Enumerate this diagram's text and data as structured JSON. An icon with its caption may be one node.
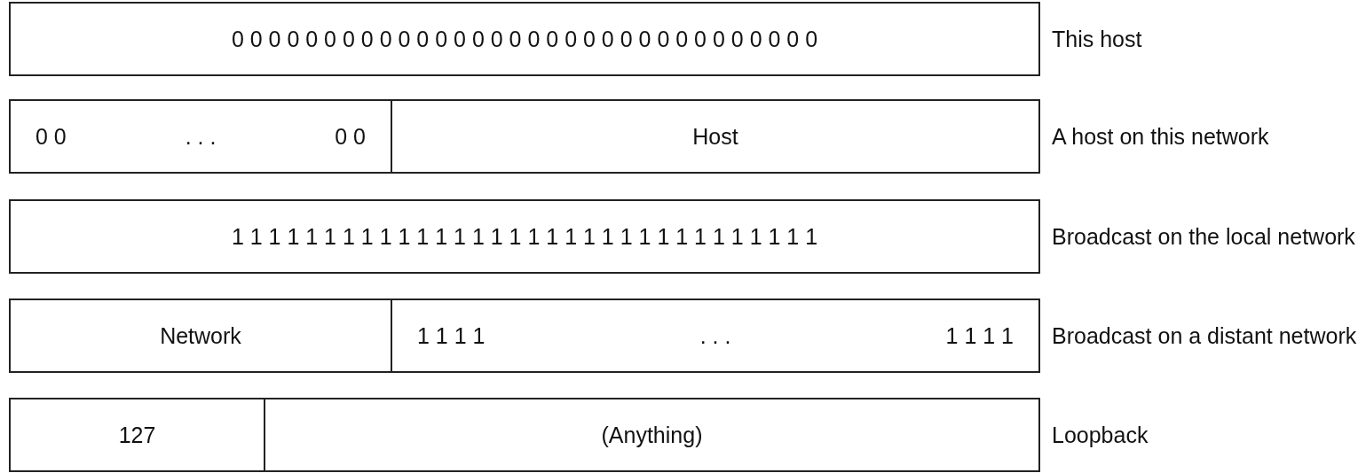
{
  "diagram": {
    "nodes": [
      {
        "text": [
          "0 0 0 0 0 0 0 0 0 0 0 0 0 0 0 0 0 0 0 0 0 0 0 0 0 0 0 0 0 0 0 0"
        ],
        "beside": [
          "This host"
        ]
      },
      {
        "text": [
          "0 0",
          ". . .",
          "0 0"
        ]
      },
      {
        "text": [
          "Host"
        ],
        "beside": [
          "A host on this network"
        ]
      },
      {
        "text": [
          "1 1 1 1 1 1 1 1 1 1 1 1 1 1 1 1 1 1 1 1 1 1 1 1 1 1 1 1 1 1 1 1"
        ],
        "beside": [
          "Broadcast on the local network"
        ]
      },
      {
        "text": [
          "Network"
        ]
      },
      {
        "text": [
          "1 1 1 1",
          ". . .",
          "1 1 1 1"
        ],
        "beside": [
          "Broadcast on a distant network"
        ]
      },
      {
        "text": [
          "127"
        ]
      },
      {
        "text": [
          "(Anything)"
        ],
        "beside": [
          "Loopback"
        ]
      }
    ],
    "edges": []
  }
}
